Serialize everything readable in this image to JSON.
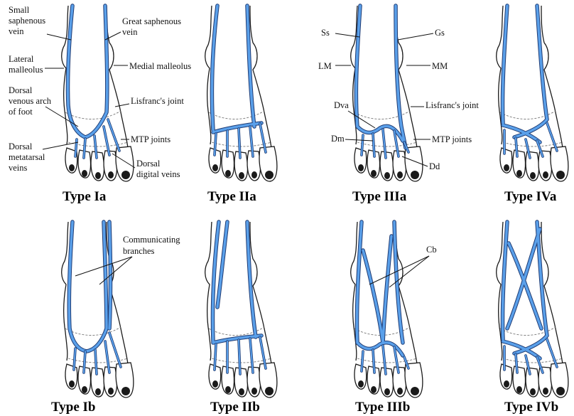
{
  "colors": {
    "vein": "#5aa0ea",
    "vein_edge": "#1f3b73",
    "outline": "#1a1a1a"
  },
  "panels": [
    {
      "id": "Ia",
      "caption": "Type Ia"
    },
    {
      "id": "IIa",
      "caption": "Type IIa"
    },
    {
      "id": "IIIa",
      "caption": "Type IIIa"
    },
    {
      "id": "IVa",
      "caption": "Type IVa"
    },
    {
      "id": "Ib",
      "caption": "Type Ib"
    },
    {
      "id": "IIb",
      "caption": "Type IIb"
    },
    {
      "id": "IIIb",
      "caption": "Type IIIb"
    },
    {
      "id": "IVb",
      "caption": "Type IVb"
    }
  ],
  "labels": {
    "small_saphenous": [
      "Small",
      "saphenous",
      "vein"
    ],
    "great_saphenous": [
      "Great saphenous",
      "vein"
    ],
    "lateral_malleolus": [
      "Lateral",
      "malleolus"
    ],
    "medial_malleolus": "Medial malleolus",
    "dorsal_venous_arch": [
      "Dorsal",
      "venous arch",
      "of foot"
    ],
    "lisfranc": "Lisfranc's joint",
    "mtp": "MTP joints",
    "dorsal_metatarsal": [
      "Dorsal",
      "metatarsal",
      "veins"
    ],
    "dorsal_digital": [
      "Dorsal",
      "digital veins"
    ],
    "ss": "Ss",
    "gs": "Gs",
    "lm": "LM",
    "mm": "MM",
    "lisfranc_b": "Lisfranc's joint",
    "dva": "Dva",
    "dm": "Dm",
    "mtp_b": "MTP joints",
    "dd": "Dd",
    "communicating": [
      "Communicating",
      "branches"
    ],
    "cb": "Cb"
  }
}
